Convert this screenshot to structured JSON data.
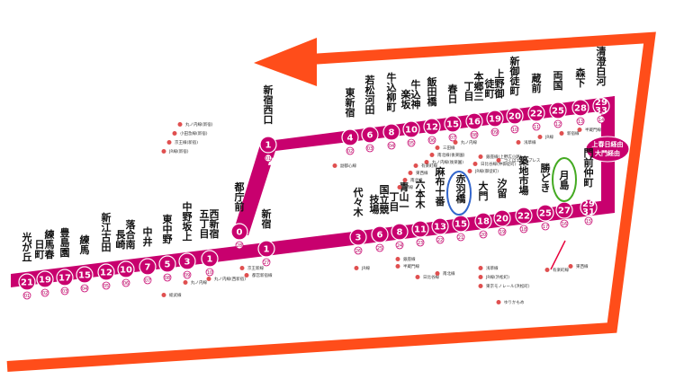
{
  "colors": {
    "line": "#c8006e",
    "arrow": "#ff4d1a",
    "minutes_bg": "#c8006e",
    "highlight_blue": "#3366cc",
    "highlight_green": "#44aa22",
    "pointer": "#e8003a"
  },
  "branch_labels": {
    "kasuga": "上春日経由",
    "daimon": "大門経由"
  },
  "stations": [
    {
      "id": "hikarigaoka",
      "name": "光が丘",
      "min": "21",
      "code": "01"
    },
    {
      "id": "nerima-kasugacho",
      "name": "練馬春日町",
      "min": "19",
      "code": "02"
    },
    {
      "id": "toshimaen",
      "name": "豊島園",
      "min": "17",
      "code": "03"
    },
    {
      "id": "nerima",
      "name": "練馬",
      "min": "15",
      "code": "04"
    },
    {
      "id": "shin-egota",
      "name": "新江古田",
      "min": "12",
      "code": "05"
    },
    {
      "id": "ochiai-minami-nagasaki",
      "name": "落合南長崎",
      "min": "10",
      "code": "06"
    },
    {
      "id": "nakai",
      "name": "中井",
      "min": "7",
      "code": "07"
    },
    {
      "id": "higashi-nakano",
      "name": "東中野",
      "min": "5",
      "code": "08"
    },
    {
      "id": "nakano-sakaue",
      "name": "中野坂上",
      "min": "3",
      "code": "09"
    },
    {
      "id": "nishi-shinjuku-gochome",
      "name": "西新宿五丁目",
      "min": "1",
      "code": "10"
    },
    {
      "id": "tochomae-lower",
      "name": "都庁前",
      "min": "0",
      "code": "28"
    },
    {
      "id": "shinjuku",
      "name": "新宿",
      "min": "1",
      "code": "27"
    },
    {
      "id": "yoyogi",
      "name": "代々木",
      "min": "3",
      "code": "26"
    },
    {
      "id": "kokuritsu-kyogijo",
      "name": "国立競技場",
      "min": "6",
      "code": "25"
    },
    {
      "id": "aoyama-itchome",
      "name": "青山一丁目",
      "min": "8",
      "code": "24"
    },
    {
      "id": "roppongi",
      "name": "六本木",
      "min": "11",
      "code": "23"
    },
    {
      "id": "azabu-juban",
      "name": "麻布十番",
      "min": "13",
      "code": "22"
    },
    {
      "id": "akabanebashi",
      "name": "赤羽橋",
      "min": "15",
      "code": "21"
    },
    {
      "id": "daimon",
      "name": "大門",
      "min": "18",
      "code": "20"
    },
    {
      "id": "shiodome",
      "name": "汐留",
      "min": "20",
      "code": "19"
    },
    {
      "id": "tsukijishijo",
      "name": "築地市場",
      "min": "22",
      "code": "18"
    },
    {
      "id": "kachidoki",
      "name": "勝どき",
      "min": "25",
      "code": "17"
    },
    {
      "id": "tsukishima",
      "name": "月島",
      "min": "27",
      "code": "16"
    },
    {
      "id": "monzen-nakacho",
      "name": "門前仲町",
      "min": "29\n31",
      "code": "15"
    },
    {
      "id": "kiyosumi-shirakawa",
      "name": "清澄白河",
      "min": "29\n33",
      "code": "14"
    },
    {
      "id": "morishita",
      "name": "森下",
      "min": "28",
      "code": "13"
    },
    {
      "id": "ryogoku",
      "name": "両国",
      "min": "25",
      "code": "12"
    },
    {
      "id": "kuramae",
      "name": "蔵前",
      "min": "22",
      "code": "11"
    },
    {
      "id": "shin-okachimachi",
      "name": "新御徒町",
      "min": "20",
      "code": "10"
    },
    {
      "id": "ueno-okachimachi",
      "name": "上野御徒町",
      "min": "19",
      "code": "09"
    },
    {
      "id": "hongo-sanchome",
      "name": "本郷三丁目",
      "min": "16",
      "code": "08"
    },
    {
      "id": "kasuga",
      "name": "春日",
      "min": "15",
      "code": "07"
    },
    {
      "id": "iidabashi",
      "name": "飯田橋",
      "min": "12",
      "code": "06"
    },
    {
      "id": "ushigome-kagurazaka",
      "name": "牛込神楽坂",
      "min": "10",
      "code": "05"
    },
    {
      "id": "ushigome-yanagicho",
      "name": "牛込柳町",
      "min": "8",
      "code": "04"
    },
    {
      "id": "wakamatsu-kawada",
      "name": "若松河田",
      "min": "6",
      "code": "03"
    },
    {
      "id": "higashi-shinjuku",
      "name": "東新宿",
      "min": "4",
      "code": "02"
    },
    {
      "id": "shinjuku-nishiguchi",
      "name": "新宿西口",
      "min": "1",
      "code": "01"
    },
    {
      "id": "tochomae-upper",
      "name": "都庁前",
      "min": "0",
      "code": "28"
    }
  ],
  "transfers": [
    {
      "id": "t-higashinakano",
      "text": "総武線"
    },
    {
      "id": "t-nakanosakaue",
      "text": "丸ノ内線"
    },
    {
      "id": "t-nishishinjuku",
      "text": "丸ノ内線(西新宿)"
    },
    {
      "id": "t-shinjuku-nishiguchi-1",
      "text": "丸ノ内線(新宿)"
    },
    {
      "id": "t-shinjuku-nishiguchi-2",
      "text": "小田急線(新宿)"
    },
    {
      "id": "t-shinjuku-nishiguchi-3",
      "text": "京王線(新宿)"
    },
    {
      "id": "t-shinjuku-nishiguchi-4",
      "text": "JR線(新宿)"
    },
    {
      "id": "t-shinjuku-1",
      "text": "京王新線"
    },
    {
      "id": "t-shinjuku-2",
      "text": "都営新宿線"
    },
    {
      "id": "t-yoyogi",
      "text": "JR線"
    },
    {
      "id": "t-aoyama-1",
      "text": "銀座線"
    },
    {
      "id": "t-aoyama-2",
      "text": "半蔵門線"
    },
    {
      "id": "t-roppongi",
      "text": "日比谷線"
    },
    {
      "id": "t-azabu-1",
      "text": "南北線"
    },
    {
      "id": "t-daimon-1",
      "text": "浅草線"
    },
    {
      "id": "t-daimon-2",
      "text": "JR線(浜松町)"
    },
    {
      "id": "t-daimon-3",
      "text": "東京モノレール(浜松町)"
    },
    {
      "id": "t-shiodome-1",
      "text": "ゆりかもめ"
    },
    {
      "id": "t-tsukishima",
      "text": "有楽町線"
    },
    {
      "id": "t-monzen",
      "text": "東西線"
    },
    {
      "id": "t-kiyosumi",
      "text": "半蔵門線"
    },
    {
      "id": "t-morishita",
      "text": "新宿線"
    },
    {
      "id": "t-ryogoku",
      "text": "JR線"
    },
    {
      "id": "t-kuramae",
      "text": "浅草線"
    },
    {
      "id": "t-shinokachi",
      "text": "つくばエクスプレス"
    },
    {
      "id": "t-ueno-1",
      "text": "銀座線(上野広小路)"
    },
    {
      "id": "t-ueno-2",
      "text": "日比谷線(仲御徒町)"
    },
    {
      "id": "t-ueno-3",
      "text": "JR線(御徒町)"
    },
    {
      "id": "t-hongo",
      "text": "丸ノ内線"
    },
    {
      "id": "t-kasuga-1",
      "text": "三田線"
    },
    {
      "id": "t-kasuga-2",
      "text": "南北線(後楽園)"
    },
    {
      "id": "t-kasuga-3",
      "text": "丸ノ内線(後楽園)"
    },
    {
      "id": "t-iidabashi-1",
      "text": "有楽町線"
    },
    {
      "id": "t-iidabashi-2",
      "text": "東西線"
    },
    {
      "id": "t-iidabashi-3",
      "text": "南北線"
    },
    {
      "id": "t-iidabashi-4",
      "text": "JR線"
    },
    {
      "id": "t-higashishinjuku",
      "text": "副都心線"
    }
  ]
}
